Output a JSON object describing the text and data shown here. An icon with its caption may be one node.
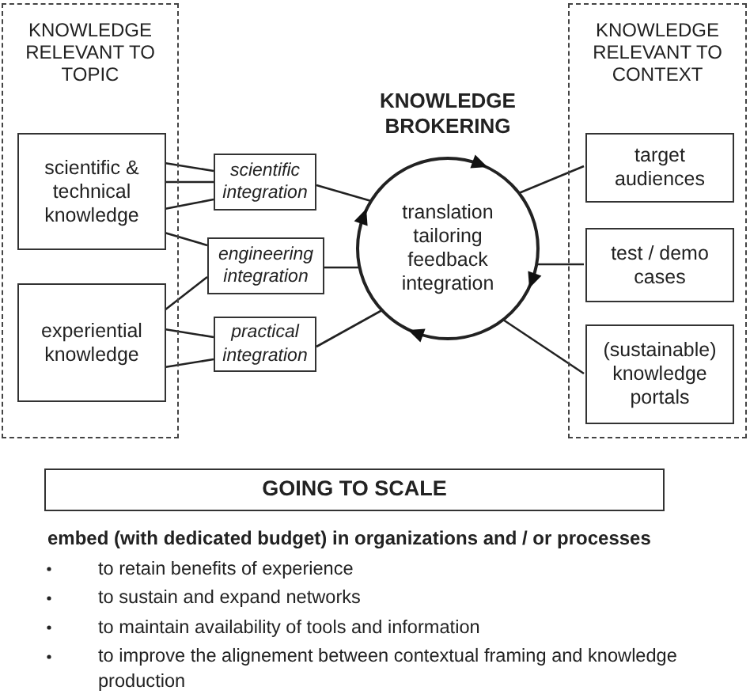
{
  "diagram": {
    "nodes": [
      {
        "text": [
          "KNOWLEDGE RELEVANT TO TOPIC"
        ]
      },
      {
        "text": [
          "scientific & technical knowledge"
        ],
        "in": 0
      },
      {
        "text": [
          "experiential knowledge"
        ],
        "in": 0
      },
      {
        "text": [
          "scientific integration"
        ]
      },
      {
        "text": [
          "engineering integration"
        ]
      },
      {
        "text": [
          "practical integration"
        ]
      },
      {
        "text": [
          "KNOWLEDGE BROKERING",
          "translation tailoring feedback integration"
        ]
      },
      {
        "text": [
          "KNOWLEDGE RELEVANT TO CONTEXT"
        ]
      },
      {
        "text": [
          "target audiences"
        ],
        "in": 7
      },
      {
        "text": [
          "test / demo cases"
        ],
        "in": 7
      },
      {
        "text": [
          "(sustainable) knowledge portals"
        ],
        "in": 7
      },
      {
        "text": [
          "GOING TO SCALE"
        ]
      }
    ],
    "edges": [
      {
        "from": 1,
        "to": 3,
        "arrow": "none"
      },
      {
        "from": 1,
        "to": 3,
        "arrow": "none"
      },
      {
        "from": 1,
        "to": 3,
        "arrow": "none"
      },
      {
        "from": 1,
        "to": 4,
        "arrow": "none"
      },
      {
        "from": 2,
        "to": 4,
        "arrow": "none"
      },
      {
        "from": 2,
        "to": 5,
        "arrow": "none"
      },
      {
        "from": 2,
        "to": 5,
        "arrow": "none"
      },
      {
        "from": 3,
        "to": 6,
        "arrow": "none"
      },
      {
        "from": 4,
        "to": 6,
        "arrow": "none"
      },
      {
        "from": 5,
        "to": 6,
        "arrow": "none"
      },
      {
        "from": 6,
        "to": 8,
        "arrow": "none"
      },
      {
        "from": 6,
        "to": 9,
        "arrow": "none"
      },
      {
        "from": 6,
        "to": 10,
        "arrow": "none"
      }
    ],
    "labels": [
      "embed (with dedicated budget) in organizations and / or processes",
      "to retain benefits of experience",
      "to sustain and expand networks",
      "to maintain availability of tools and information",
      "to improve the alignement between contextual framing and knowledge production"
    ]
  }
}
